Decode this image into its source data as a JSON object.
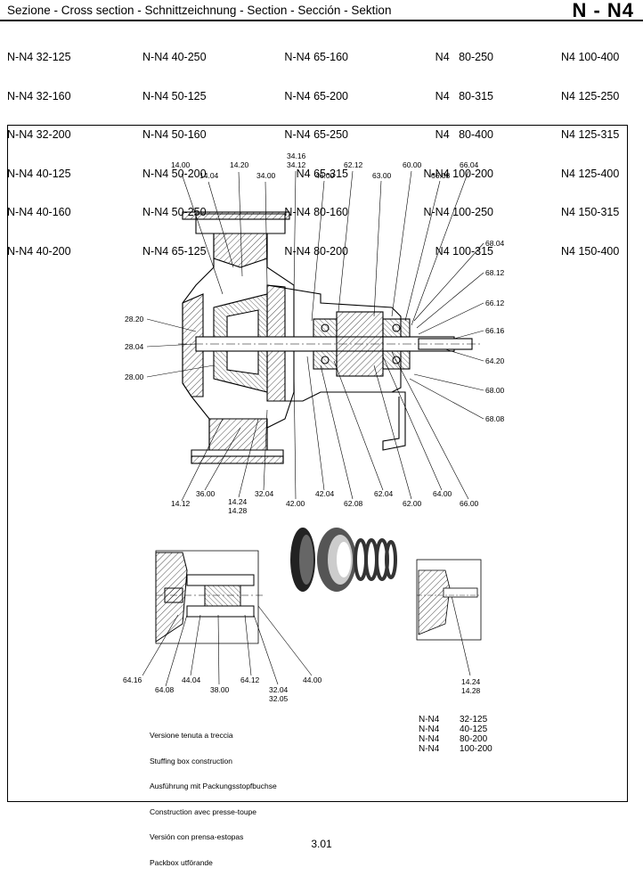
{
  "header": {
    "title": "Sezione - Cross section - Schnittzeichnung - Section - Sección - Sektion",
    "code": "N - N4"
  },
  "models": {
    "col1": [
      "N-N4 32-125",
      "N-N4 32-160",
      "N-N4 32-200",
      "N-N4 40-125",
      "N-N4 40-160",
      "N-N4 40-200"
    ],
    "col2": [
      "N-N4 40-250",
      "N-N4 50-125",
      "N-N4 50-160",
      "N-N4 50-200",
      "N-N4 50-250",
      "N-N4 65-125"
    ],
    "col3": [
      "N-N4 65-160",
      "N-N4 65-200",
      "N-N4 65-250",
      "N4 65-315",
      "N-N4 80-160",
      "N-N4 80-200"
    ],
    "col4": [
      "N4   80-250",
      "N4   80-315",
      "N4   80-400",
      "N-N4 100-200",
      "N-N4 100-250",
      "N4 100-315"
    ],
    "col5": [
      "N4 100-400",
      "N4 125-250",
      "N4 125-315",
      "N4 125-400",
      "N4 150-315",
      "N4 150-400"
    ]
  },
  "labels": {
    "top": [
      "14.00",
      "14.04",
      "14.20",
      "34.00",
      "34.16",
      "34.12",
      "46.00",
      "62.12",
      "63.00",
      "60.00",
      "66.08",
      "66.04"
    ],
    "right": [
      "68.04",
      "68.12",
      "66.12",
      "66.16",
      "64.20",
      "68.00",
      "68.08"
    ],
    "left": [
      "28.20",
      "28.04",
      "28.00"
    ],
    "bottom": [
      "36.00",
      "14.12",
      "14.24",
      "14.28",
      "32.04",
      "42.00",
      "42.04",
      "62.08",
      "62.04",
      "62.00",
      "64.00",
      "66.00"
    ],
    "detail_left": [
      "64.16",
      "64.08",
      "44.04",
      "38.00",
      "64.12",
      "32.04",
      "32.05",
      "44.00"
    ],
    "detail_right": [
      "14.24",
      "14.28"
    ]
  },
  "stuffing_note": [
    "Versione tenuta a treccia",
    "Stuffing box construction",
    "Ausführung mit Packungsstopfbuchse",
    "Construction avec presse-toupe",
    "Versión con prensa-estopas",
    "Packbox utförande"
  ],
  "stuffing_models": [
    {
      "series": "N-N4",
      "size": "32-125"
    },
    {
      "series": "N-N4",
      "size": "40-125"
    },
    {
      "series": "N-N4",
      "size": "80-200"
    },
    {
      "series": "N-N4",
      "size": "100-200"
    }
  ],
  "page_number": "3.01"
}
